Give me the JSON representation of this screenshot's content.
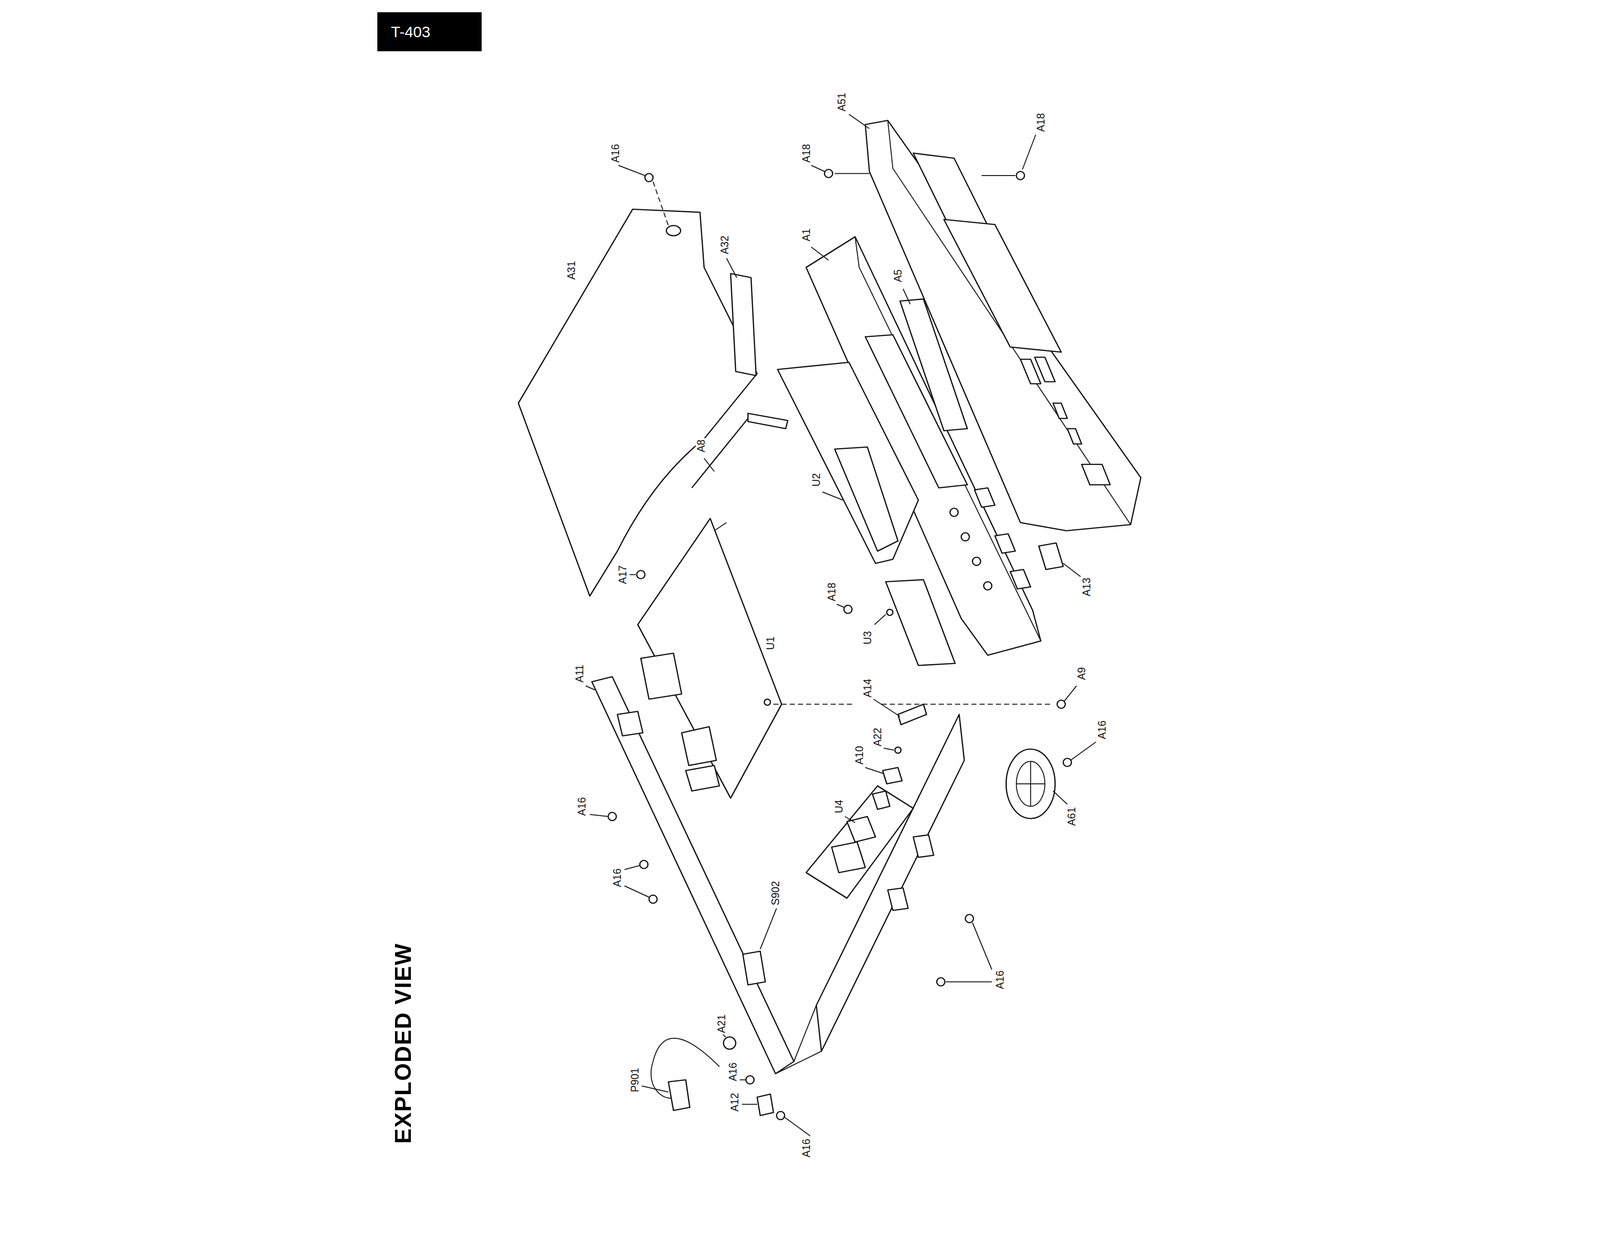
{
  "diagram": {
    "title": "EXPLODED VIEW",
    "nodes": [
      {
        "text": [
          "T-403"
        ]
      }
    ],
    "labels": [
      "A16",
      "A18",
      "A51",
      "A18",
      "A31",
      "A32",
      "A1",
      "A5",
      "A8",
      "U2",
      "A17",
      "A18",
      "U3",
      "U1",
      "A13",
      "A11",
      "A14",
      "A9",
      "A22",
      "A10",
      "A16",
      "U4",
      "A16",
      "A61",
      "A16",
      "S902",
      "A16",
      "A21",
      "A16",
      "P901",
      "A12",
      "A16"
    ]
  }
}
